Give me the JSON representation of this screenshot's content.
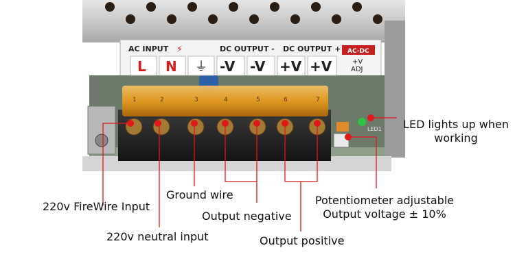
{
  "panel": {
    "ac_input": "AC INPUT",
    "dc_output_neg": "DC OUTPUT -",
    "dc_output_pos": "DC OUTPUT +",
    "brand_badge": "AC-DC",
    "adj_top": "+V",
    "adj_bottom": "ADJ",
    "terminals": [
      "L",
      "N",
      "⏚",
      "-V",
      "-V",
      "+V",
      "+V"
    ],
    "numbers": [
      "1",
      "2",
      "3",
      "4",
      "5",
      "6",
      "7"
    ],
    "led_label": "LED1"
  },
  "callouts": {
    "led": [
      "LED lights up when",
      "working"
    ],
    "firewire": "220v FireWire Input",
    "ground": "Ground wire",
    "neutral": "220v neutral input",
    "out_neg": "Output negative",
    "pot": [
      "Potentiometer adjustable",
      "Output voltage ± 10%"
    ],
    "out_pos": "Output positive"
  },
  "colors": {
    "callout_line": "#e01818",
    "marker": "#e01818",
    "terminal_red": "#d41f1f",
    "cover_amber": "#f0a020",
    "case_silver": "#c8c8c8"
  }
}
